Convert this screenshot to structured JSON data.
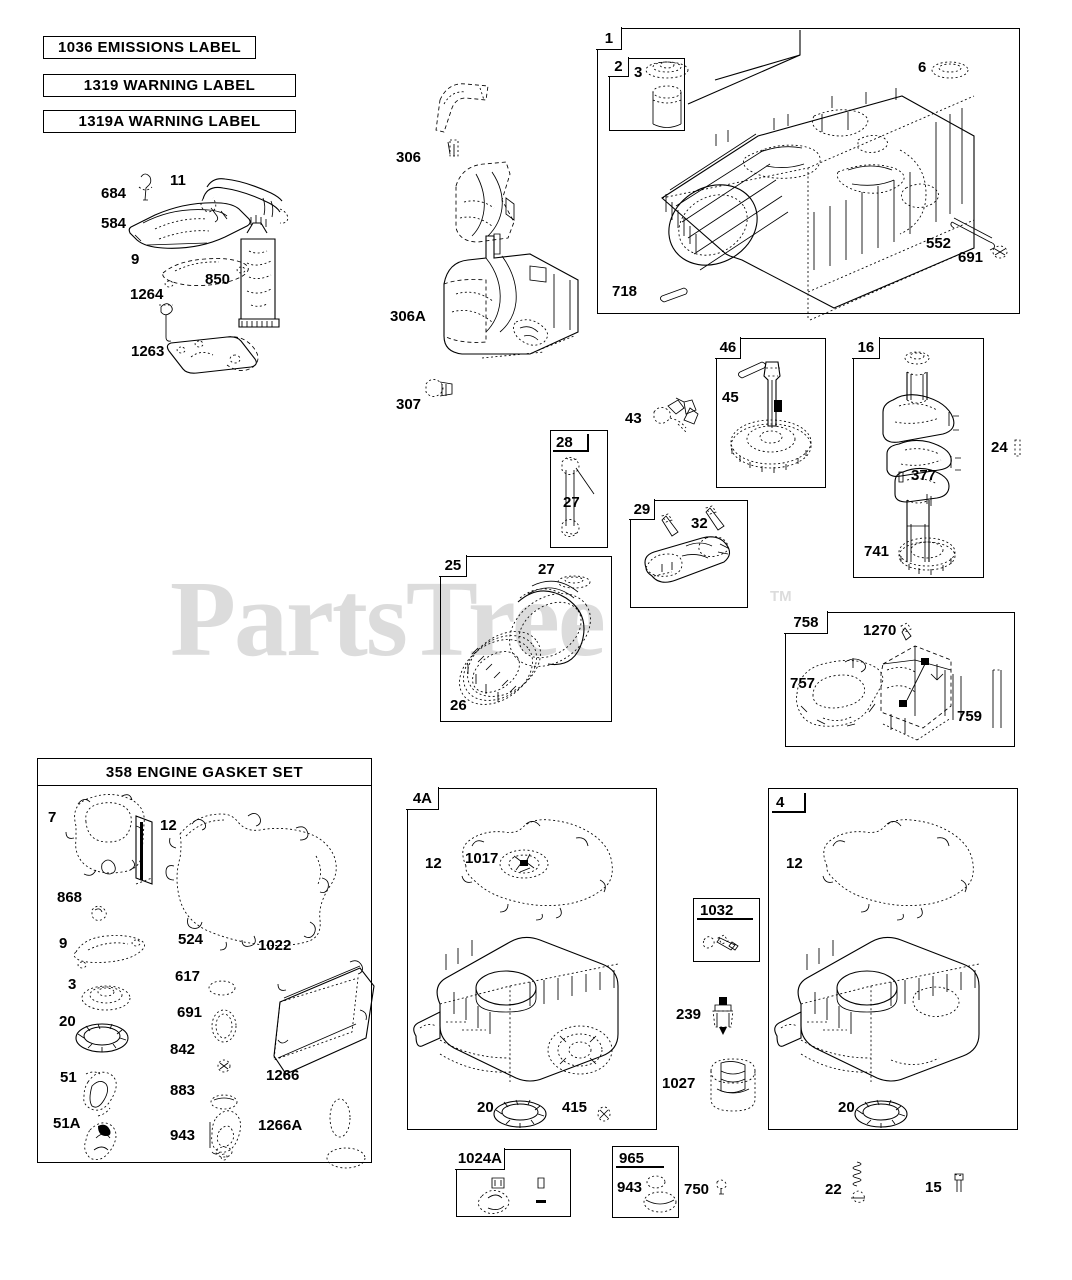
{
  "document": {
    "type": "exploded-parts-diagram",
    "watermark": "PartsTree",
    "watermark_tm": "TM"
  },
  "legend_plates": [
    {
      "id": "plate-1036",
      "text": "1036 EMISSIONS LABEL"
    },
    {
      "id": "plate-1319",
      "text": "1319 WARNING LABEL"
    },
    {
      "id": "plate-1319a",
      "text": "1319A WARNING LABEL"
    }
  ],
  "boxes": {
    "cylinder": {
      "number": "1"
    },
    "cylinder_insert": {
      "number": "2"
    },
    "camshaft": {
      "number": "46"
    },
    "crankshaft": {
      "number": "16"
    },
    "gov_arm": {
      "number": "28"
    },
    "conn_rod": {
      "number": "29"
    },
    "piston": {
      "number": "25"
    },
    "governor": {
      "number": "758"
    },
    "gasket_set": {
      "number": "358",
      "title": "358 ENGINE GASKET SET"
    },
    "sump_4a": {
      "number": "4A"
    },
    "sump_4": {
      "number": "4"
    },
    "screw_1032": {
      "number": "1032"
    },
    "kit_1024a": {
      "number": "1024A"
    },
    "kit_965": {
      "number": "965"
    }
  },
  "callouts": {
    "top_left_group": [
      {
        "ref": "684",
        "name": "clip"
      },
      {
        "ref": "11",
        "name": "breather-tube"
      },
      {
        "ref": "584",
        "name": "breather-assembly"
      },
      {
        "ref": "9",
        "name": "breather-gasket"
      },
      {
        "ref": "1264",
        "name": "screw"
      },
      {
        "ref": "850",
        "name": "sealant-tube"
      },
      {
        "ref": "1263",
        "name": "cover-plate"
      }
    ],
    "shroud_group": [
      {
        "ref": "306",
        "name": "cylinder-shield"
      },
      {
        "ref": "306A",
        "name": "blower-housing"
      },
      {
        "ref": "307",
        "name": "screw"
      }
    ],
    "cylinder_group": [
      {
        "ref": "3",
        "name": "oil-fill-cap"
      },
      {
        "ref": "6",
        "name": "seal"
      },
      {
        "ref": "552",
        "name": "dowel-pin"
      },
      {
        "ref": "691",
        "name": "washer"
      },
      {
        "ref": "718",
        "name": "pin"
      }
    ],
    "cam_group": [
      {
        "ref": "43",
        "name": "tappet-assembly"
      },
      {
        "ref": "45",
        "name": "push-rod"
      }
    ],
    "crank_group": [
      {
        "ref": "24",
        "name": "crankshaft-key"
      },
      {
        "ref": "377",
        "name": "key"
      },
      {
        "ref": "741",
        "name": "gear"
      }
    ],
    "rod_group": [
      {
        "ref": "27",
        "name": "piston-pin"
      },
      {
        "ref": "32",
        "name": "rod-bolt"
      },
      {
        "ref": "26",
        "name": "piston-ring-set"
      }
    ],
    "governor_group": [
      {
        "ref": "757",
        "name": "governor-plate"
      },
      {
        "ref": "1270",
        "name": "screw"
      },
      {
        "ref": "759",
        "name": "governor-shaft"
      }
    ],
    "gasket_set_items_left": [
      {
        "ref": "7",
        "name": "cylinder-head-gasket"
      },
      {
        "ref": "868",
        "name": "o-ring"
      },
      {
        "ref": "9",
        "name": "breather-gasket"
      },
      {
        "ref": "3",
        "name": "oil-seal"
      },
      {
        "ref": "20",
        "name": "oil-seal"
      },
      {
        "ref": "51",
        "name": "intake-gasket"
      },
      {
        "ref": "51A",
        "name": "exhaust-gasket"
      }
    ],
    "gasket_set_items_mid": [
      {
        "ref": "12",
        "name": "sump-gasket"
      },
      {
        "ref": "524",
        "name": "o-ring"
      },
      {
        "ref": "617",
        "name": "o-ring"
      },
      {
        "ref": "691",
        "name": "washer"
      },
      {
        "ref": "842",
        "name": "o-ring"
      },
      {
        "ref": "883",
        "name": "gasket"
      },
      {
        "ref": "943",
        "name": "o-ring"
      }
    ],
    "gasket_set_items_right": [
      {
        "ref": "1022",
        "name": "valve-cover-gasket"
      },
      {
        "ref": "1266",
        "name": "o-ring"
      },
      {
        "ref": "1266A",
        "name": "o-ring"
      }
    ],
    "sump_4a_group": [
      {
        "ref": "12",
        "name": "sump-gasket"
      },
      {
        "ref": "1017",
        "name": "oil-pump"
      },
      {
        "ref": "20",
        "name": "oil-seal"
      },
      {
        "ref": "415",
        "name": "plug"
      }
    ],
    "sump_4_group": [
      {
        "ref": "12",
        "name": "sump-gasket"
      },
      {
        "ref": "20",
        "name": "oil-seal"
      }
    ],
    "mid_column_group": [
      {
        "ref": "239",
        "name": "oil-pressure-switch"
      },
      {
        "ref": "1027",
        "name": "oil-filter"
      }
    ],
    "bottom_group": [
      {
        "ref": "943",
        "name": "o-ring"
      },
      {
        "ref": "750",
        "name": "screw"
      },
      {
        "ref": "22",
        "name": "spring"
      },
      {
        "ref": "15",
        "name": "screw"
      }
    ]
  }
}
